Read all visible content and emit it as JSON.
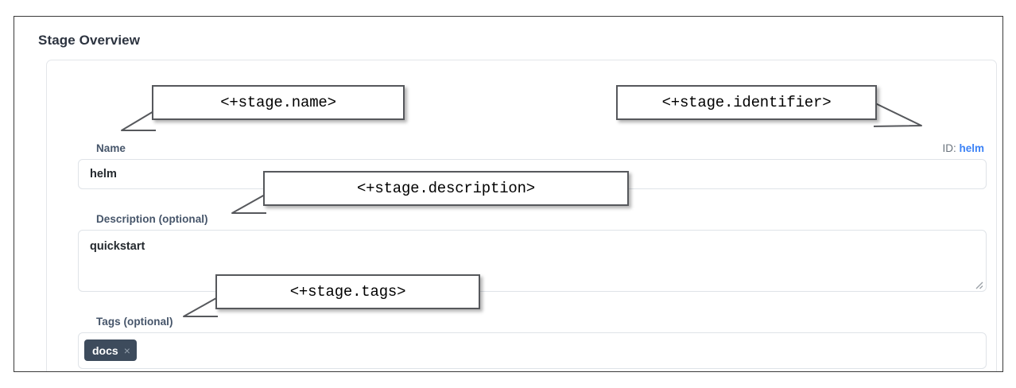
{
  "page": {
    "title": "Stage Overview"
  },
  "form": {
    "name": {
      "label": "Name",
      "value": "helm",
      "placeholder": ""
    },
    "identifier": {
      "prefix": "ID:",
      "value": "helm",
      "color": "#3b82f6"
    },
    "description": {
      "label": "Description (optional)",
      "value": "quickstart",
      "placeholder": ""
    },
    "tags": {
      "label": "Tags (optional)",
      "chips": [
        {
          "text": "docs",
          "remove_icon": "×"
        }
      ],
      "placeholder": ""
    }
  },
  "annotations": [
    {
      "id": "name",
      "text": "<+stage.name>"
    },
    {
      "id": "identifier",
      "text": "<+stage.identifier>"
    },
    {
      "id": "description",
      "text": "<+stage.description>"
    },
    {
      "id": "tags",
      "text": "<+stage.tags>"
    }
  ],
  "colors": {
    "label": "#46556a",
    "title": "#2d3440",
    "chip_bg": "#3d4b5c",
    "link": "#3b82f6",
    "callout_border": "#56585c",
    "frame_border": "#3a3a3a"
  },
  "icons": {
    "resize_grip": "resize-grip-icon",
    "tag_remove": "close-x-icon"
  }
}
